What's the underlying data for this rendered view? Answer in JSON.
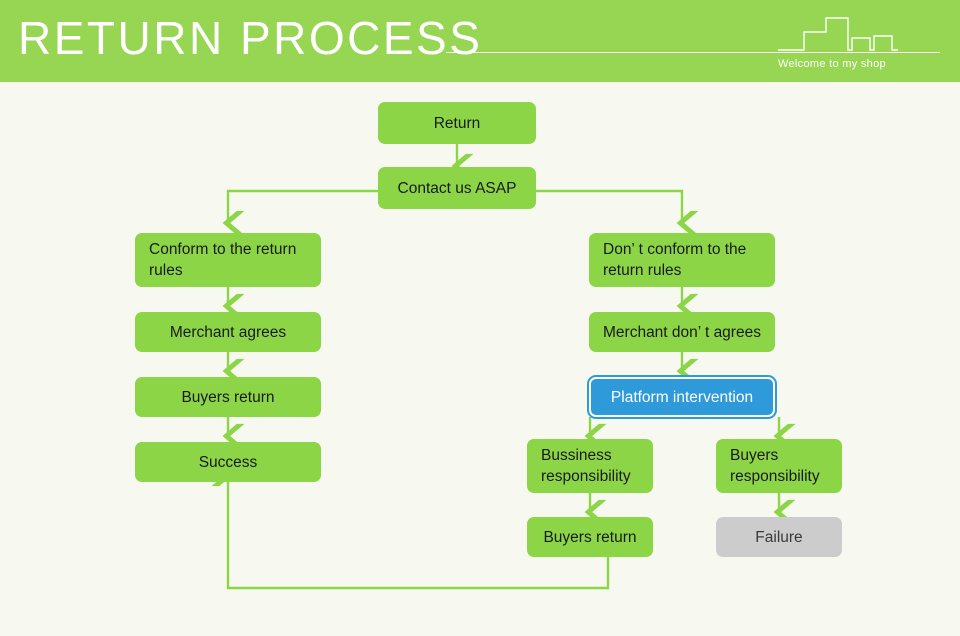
{
  "header": {
    "title": "RETURN PROCESS",
    "tagline": "Welcome to my shop",
    "background_color": "#97d653",
    "text_color": "#ffffff",
    "decoration": "city-skyline-outline"
  },
  "page": {
    "background_color": "#f7f9f0",
    "node_color": "#8cd547",
    "highlight_color": "#2e9ada",
    "muted_color": "#cccccc",
    "edge_color": "#8cd547"
  },
  "flowchart": {
    "type": "flowchart",
    "title": "RETURN PROCESS",
    "nodes": [
      {
        "id": "return",
        "label": "Return",
        "style": "green",
        "align": "center"
      },
      {
        "id": "contact",
        "label": "Contact us ASAP",
        "style": "green",
        "align": "center"
      },
      {
        "id": "conform",
        "label": "Conform to the return rules",
        "style": "green",
        "align": "left"
      },
      {
        "id": "merchant-agrees",
        "label": "Merchant agrees",
        "style": "green",
        "align": "center"
      },
      {
        "id": "buyers-return-left",
        "label": "Buyers return",
        "style": "green",
        "align": "center"
      },
      {
        "id": "success",
        "label": "Success",
        "style": "green",
        "align": "center"
      },
      {
        "id": "not-conform",
        "label": "Don’ t conform to the return rules",
        "style": "green",
        "align": "left"
      },
      {
        "id": "merchant-disagrees",
        "label": "Merchant don’ t agrees",
        "style": "green",
        "align": "left"
      },
      {
        "id": "platform",
        "label": "Platform intervention",
        "style": "blue",
        "align": "center"
      },
      {
        "id": "business-resp",
        "label": "Bussiness responsibility",
        "style": "green",
        "align": "left"
      },
      {
        "id": "buyers-resp",
        "label": "Buyers responsibility",
        "style": "green",
        "align": "left"
      },
      {
        "id": "buyers-return-right",
        "label": "Buyers return",
        "style": "green",
        "align": "center"
      },
      {
        "id": "failure",
        "label": "Failure",
        "style": "gray",
        "align": "center"
      }
    ],
    "edges": [
      {
        "from": "return",
        "to": "contact"
      },
      {
        "from": "contact",
        "to": "conform"
      },
      {
        "from": "contact",
        "to": "not-conform"
      },
      {
        "from": "conform",
        "to": "merchant-agrees"
      },
      {
        "from": "merchant-agrees",
        "to": "buyers-return-left"
      },
      {
        "from": "buyers-return-left",
        "to": "success"
      },
      {
        "from": "not-conform",
        "to": "merchant-disagrees"
      },
      {
        "from": "merchant-disagrees",
        "to": "platform"
      },
      {
        "from": "platform",
        "to": "business-resp"
      },
      {
        "from": "platform",
        "to": "buyers-resp"
      },
      {
        "from": "business-resp",
        "to": "buyers-return-right"
      },
      {
        "from": "buyers-resp",
        "to": "failure"
      },
      {
        "from": "buyers-return-right",
        "to": "success"
      }
    ]
  }
}
